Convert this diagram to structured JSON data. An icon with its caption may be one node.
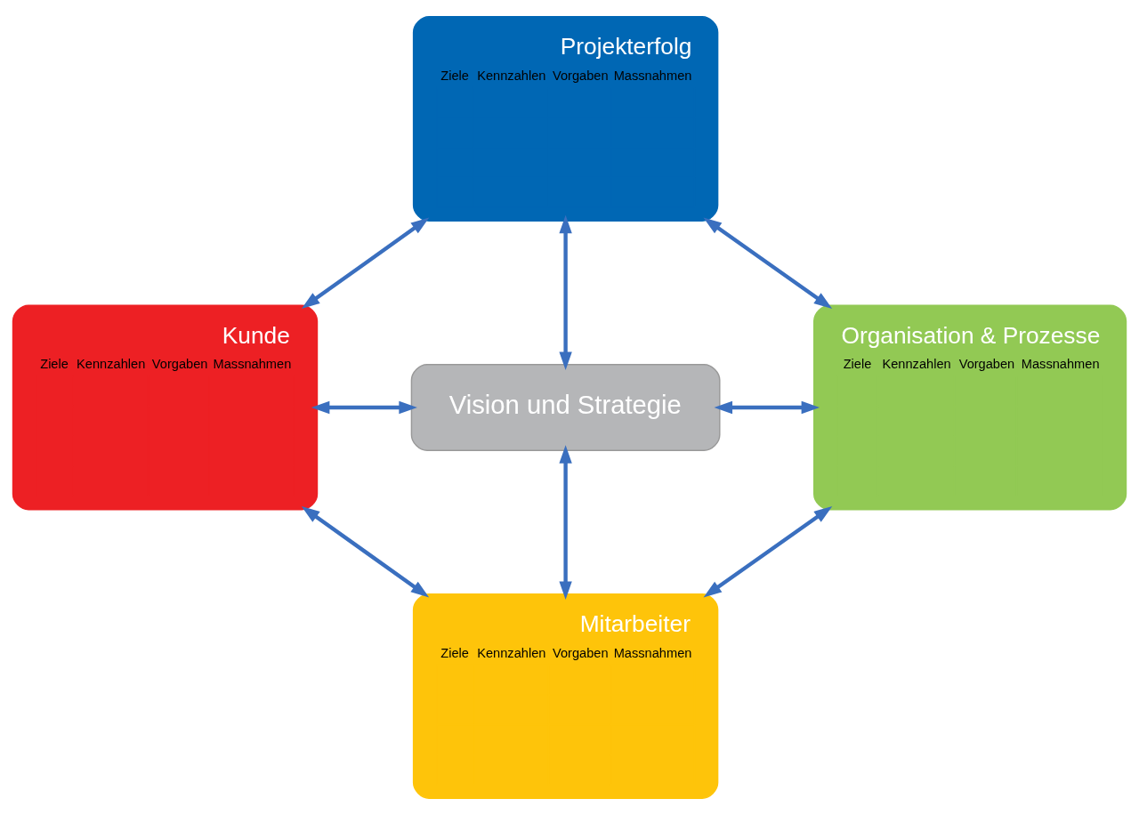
{
  "diagram": {
    "nodes": [
      {
        "text": [
          "Projekterfolg",
          "Ziele",
          "Kennzahlen",
          "Vorgaben",
          "Massnahmen"
        ]
      },
      {
        "text": [
          "Kunde",
          "Ziele",
          "Kennzahlen",
          "Vorgaben",
          "Massnahmen"
        ]
      },
      {
        "text": [
          "Vision und Strategie"
        ]
      },
      {
        "text": [
          "Organisation & Prozesse",
          "Ziele",
          "Kennzahlen",
          "Vorgaben",
          "Massnahmen"
        ]
      },
      {
        "text": [
          "Mitarbeiter",
          "Ziele",
          "Kennzahlen",
          "Vorgaben",
          "Massnahmen"
        ]
      }
    ],
    "edges": [
      {
        "from": 0,
        "to": 1,
        "arrow": "both"
      },
      {
        "from": 0,
        "to": 3,
        "arrow": "both"
      },
      {
        "from": 0,
        "to": 2,
        "arrow": "both"
      },
      {
        "from": 1,
        "to": 2,
        "arrow": "both"
      },
      {
        "from": 2,
        "to": 3,
        "arrow": "both"
      },
      {
        "from": 2,
        "to": 4,
        "arrow": "both"
      },
      {
        "from": 1,
        "to": 4,
        "arrow": "both"
      },
      {
        "from": 3,
        "to": 4,
        "arrow": "both"
      }
    ]
  }
}
